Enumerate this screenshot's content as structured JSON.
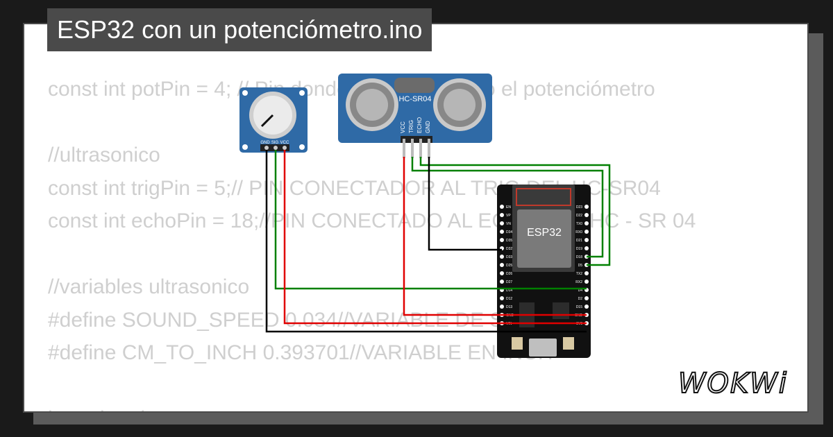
{
  "title": "ESP32 con un potenciómetro.ino",
  "code_lines": [
    "const int potPin = 4; // Pin donde está conectado el potenciómetro",
    "",
    "//ultrasonico",
    "const int trigPin = 5;// PIN CONECTADOR AL TRIG DEL HC-SR04",
    "const int echoPin = 18;//PIN CONECTADO AL ECHO DEL HC - SR 04",
    "",
    "//variables ultrasonico",
    "#define SOUND_SPEED 0.034//VARIABLE DE SONIDO",
    "#define CM_TO_INCH 0.393701//VARIABLE EN INCH",
    "",
    "long duration;"
  ],
  "components": {
    "potentiometer": {
      "pins": [
        "GND",
        "SIG",
        "VCC"
      ]
    },
    "ultrasonic": {
      "label": "HC-SR04",
      "pins": [
        "VCC",
        "TRIG",
        "ECHO",
        "GND"
      ]
    },
    "esp32": {
      "label": "ESP32",
      "left_pins": [
        "EN",
        "VP",
        "VN",
        "D34",
        "D35",
        "D32",
        "D33",
        "D25",
        "D26",
        "D27",
        "D14",
        "D12",
        "D13",
        "GND",
        "VIN"
      ],
      "right_pins": [
        "D23",
        "D22",
        "TX0",
        "RX0",
        "D21",
        "D19",
        "D18",
        "D5",
        "TX2",
        "RX2",
        "D4",
        "D2",
        "D15",
        "GND",
        "3V3"
      ]
    }
  },
  "wire_colors": {
    "gnd": "#000000",
    "signal": "#008000",
    "power": "#e00000"
  },
  "brand": {
    "logo_text": "WOKWi"
  }
}
